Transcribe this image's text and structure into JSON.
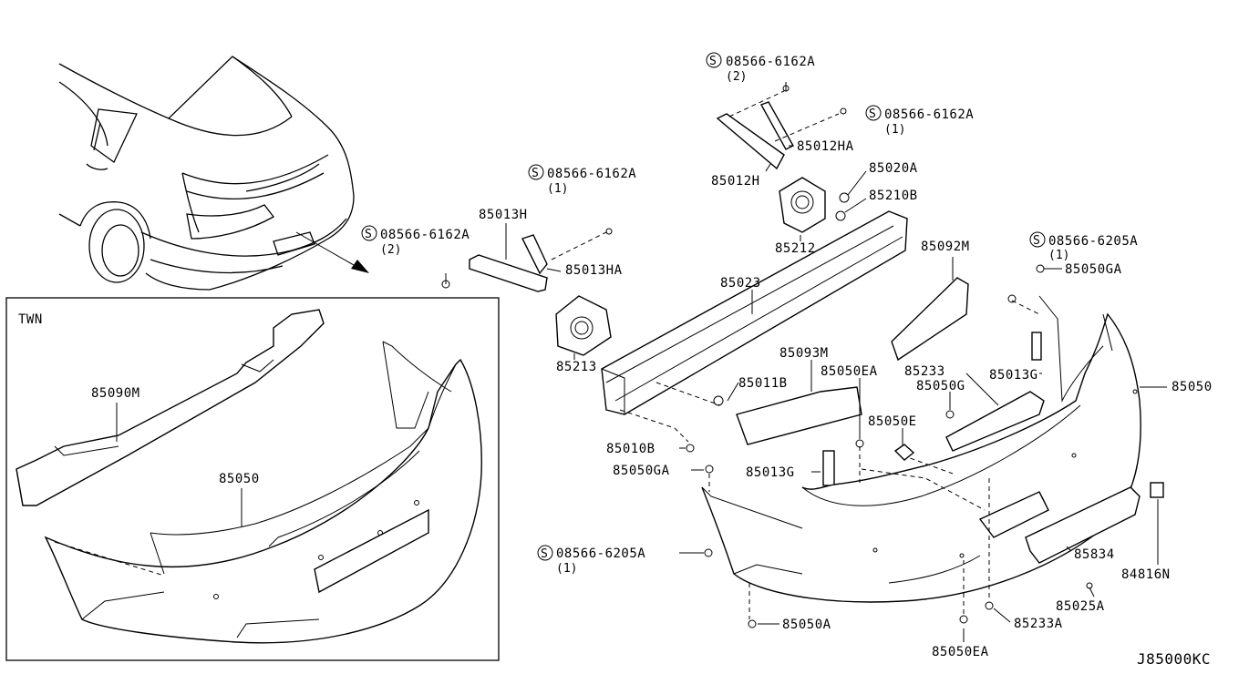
{
  "diagram": {
    "code": "J85000KC",
    "inset_title": "TWN",
    "labels": {
      "p1": "08566-6162A",
      "p1_qty": "(2)",
      "p2": "08566-6162A",
      "p2_qty": "(1)",
      "p3": "85012HA",
      "p4": "85012H",
      "p5": "85020A",
      "p6": "85210B",
      "p7": "85212",
      "p8": "08566-6162A",
      "p8_qty": "(1)",
      "p9": "85013H",
      "p10": "08566-6162A",
      "p10_qty": "(2)",
      "p11": "85013HA",
      "p12": "85213",
      "p13": "85023",
      "p14": "85092M",
      "p15": "08566-6205A",
      "p15_qty": "(1)",
      "p16": "85050GA",
      "p17": "85093M",
      "p18": "85050EA",
      "p19": "85233",
      "p20": "85013G",
      "p21": "85011B",
      "p22": "85050G",
      "p23": "85050",
      "p24": "85050E",
      "p25": "85010B",
      "p26": "85050GA",
      "p27": "85013G",
      "p28": "08566-6205A",
      "p28_qty": "(1)",
      "p29": "85834",
      "p30": "84816N",
      "p31": "85025A",
      "p32": "85233A",
      "p33": "85050A",
      "p34": "85050EA",
      "t1": "85090M",
      "t2": "85050"
    }
  }
}
